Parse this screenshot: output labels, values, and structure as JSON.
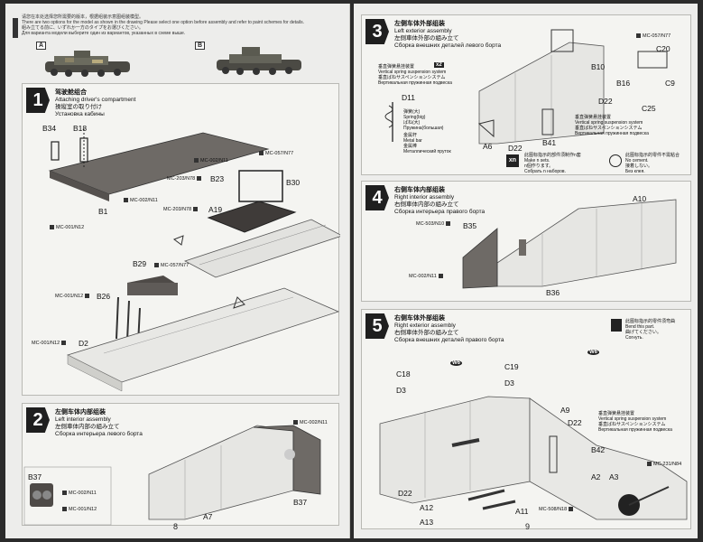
{
  "document": {
    "pages": [
      {
        "number": "8",
        "intro": {
          "line1": "请您在本处选择您所需要的版本，根据组装示意图组装模型。",
          "line2": "There are two options for the model as shown in the drawing Please select one option before assembly and refer to paint schemes for details.",
          "line3": "組み立てる前に、いずれか一方のタイプをお選びください。",
          "line4": "Для варианта модели выберите один из вариантов, указанных в схеме выше."
        },
        "variants": [
          "A",
          "B"
        ],
        "steps": [
          {
            "number": "1",
            "title_zh": "驾驶舱组合",
            "title_en": "Attaching driver's compartment",
            "title_ja": "操縦室の取り付け",
            "title_ru": "Установка кабины",
            "labels": [
              "B34",
              "B18",
              "B1",
              "B23",
              "A19",
              "B30",
              "B29",
              "B26",
              "D2"
            ],
            "codes": [
              "MC-002/N11",
              "MC-057/N77",
              "MC-002/N11",
              "MC-203/N78",
              "MC-203/N78",
              "MC-001/N12",
              "MC-057/N77",
              "MC-001/N12",
              "MC-001/N12"
            ]
          },
          {
            "number": "2",
            "title_zh": "左侧车体内部组装",
            "title_en": "Left interior assembly",
            "title_ja": "左側車体内部の組み立て",
            "title_ru": "Сборка интерьера левого борта",
            "labels": [
              "A7",
              "B37",
              "B37"
            ],
            "codes": [
              "MC-002/N11",
              "MC-002/N11",
              "MC-001/N12"
            ]
          }
        ]
      },
      {
        "number": "9",
        "steps": [
          {
            "number": "3",
            "title_zh": "左侧车体外部组装",
            "title_en": "Left exterior assembly",
            "title_ja": "左側車体外部の組み立て",
            "title_ru": "Сборка внешних деталей левого борта",
            "labels": [
              "C20",
              "B10",
              "B16",
              "C9",
              "C25",
              "D22",
              "D11",
              "A6",
              "D22",
              "B41"
            ],
            "codes": [
              "MC-057/N77"
            ],
            "spring_note": {
              "zh": "垂直弹簧悬挂装置",
              "en": "Vertical spring suspension system",
              "ja": "垂直ばねサスペンションシステム",
              "ru": "Вертикальная пружинная подвеска"
            },
            "spring_count": "x2",
            "spring_parts": {
              "spring_zh": "弹簧(大)",
              "spring_en": "Spring(big)",
              "spring_ja": "ばね(大)",
              "spring_ru": "Пружина(большая)",
              "bar_zh": "金属杆",
              "bar_en": "Metal bar",
              "bar_ja": "金属棒",
              "bar_ru": "Металлический пруток"
            },
            "legend": {
              "xn_icon": "xn",
              "xn_zh": "此图标指示的部件须制作n套",
              "xn_en": "Make n sets.",
              "xn_ja": "n個作ります。",
              "xn_ru": "Собрать n наборов.",
              "nocement_zh": "此图标指示的零件不需粘合",
              "nocement_en": "No cement.",
              "nocement_ja": "接着しない。",
              "nocement_ru": "Без клея."
            }
          },
          {
            "number": "4",
            "title_zh": "右侧车体内部组装",
            "title_en": "Right interior assembly",
            "title_ja": "右側車体内部の組み立て",
            "title_ru": "Сборка интерьера правого борта",
            "labels": [
              "A10",
              "B35",
              "B36"
            ],
            "codes": [
              "MC-503/N10",
              "MC-002/N11"
            ]
          },
          {
            "number": "5",
            "title_zh": "右侧车体外部组装",
            "title_en": "Right exterior assembly",
            "title_ja": "右側車体外部の組み立て",
            "title_ru": "Сборка внешних деталей правого борта",
            "labels": [
              "C18",
              "D3",
              "C19",
              "D3",
              "A9",
              "D22",
              "B42",
              "D22",
              "A12",
              "A11",
              "A13",
              "A2",
              "A3"
            ],
            "codes": [
              "MC-231/N84",
              "MC-508/N18"
            ],
            "bend_note": {
              "zh": "此图标指示的零件须弯曲",
              "en": "Bend this part.",
              "ja": "曲げてください。",
              "ru": "Согнуть."
            },
            "spring_note": {
              "zh": "垂直弹簧悬挂装置",
              "en": "Vertical spring suspension system",
              "ja": "垂直ばねサスペンションシステム",
              "ru": "Вертикальная пружинная подвеска"
            },
            "w6": "6"
          }
        ]
      }
    ]
  },
  "colors": {
    "paper": "#ededeb",
    "ink": "#1f1f1f",
    "hull": "#6e6a66",
    "line": "#555555"
  },
  "icons": [
    "step-arrow-icon",
    "paint-chip-icon",
    "xn-icon",
    "no-cement-icon",
    "bend-icon",
    "spring-icon",
    "tank-silhouette-icon"
  ]
}
